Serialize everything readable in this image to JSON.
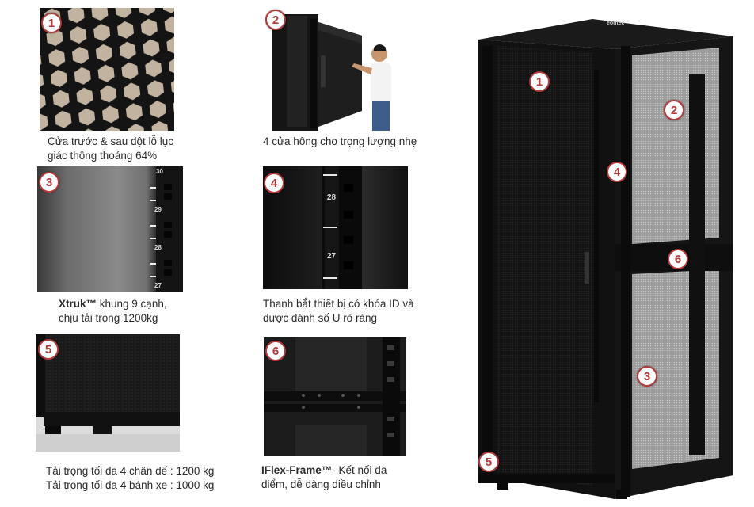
{
  "badges": [
    "1",
    "2",
    "3",
    "4",
    "5",
    "6"
  ],
  "captions": {
    "c1_line1": "Cửa trước & sau dột lỗ lục",
    "c1_line2": "giác thông thoáng 64%",
    "c2": "4 cửa hông cho trọng lượng nhẹ",
    "c3_bold": "Xtruk™",
    "c3_rest": " khung 9 cạnh,",
    "c3_line2": "chịu tải trọng 1200kg",
    "c4_line1": "Thanh bắt thiết bị có khóa ID và",
    "c4_line2": "dược dánh số U rõ ràng",
    "c5_line1": "Tải trọng tối da 4 chân dế : 1200 kg",
    "c5_line2": "Tải trọng tối da 4 bánh xe : 1000 kg",
    "c6_bold": "IFlex-Frame™",
    "c6_rest": "- Kết nối da",
    "c6_line2": "diểm, dễ dàng diều chỉnh"
  },
  "rail_numbers": {
    "p3": [
      "30",
      "29",
      "28",
      "27"
    ],
    "p4": [
      "28",
      "27"
    ]
  },
  "brand": "eontec",
  "colors": {
    "badge": "#b23a3a",
    "cabinet": "#141414"
  }
}
